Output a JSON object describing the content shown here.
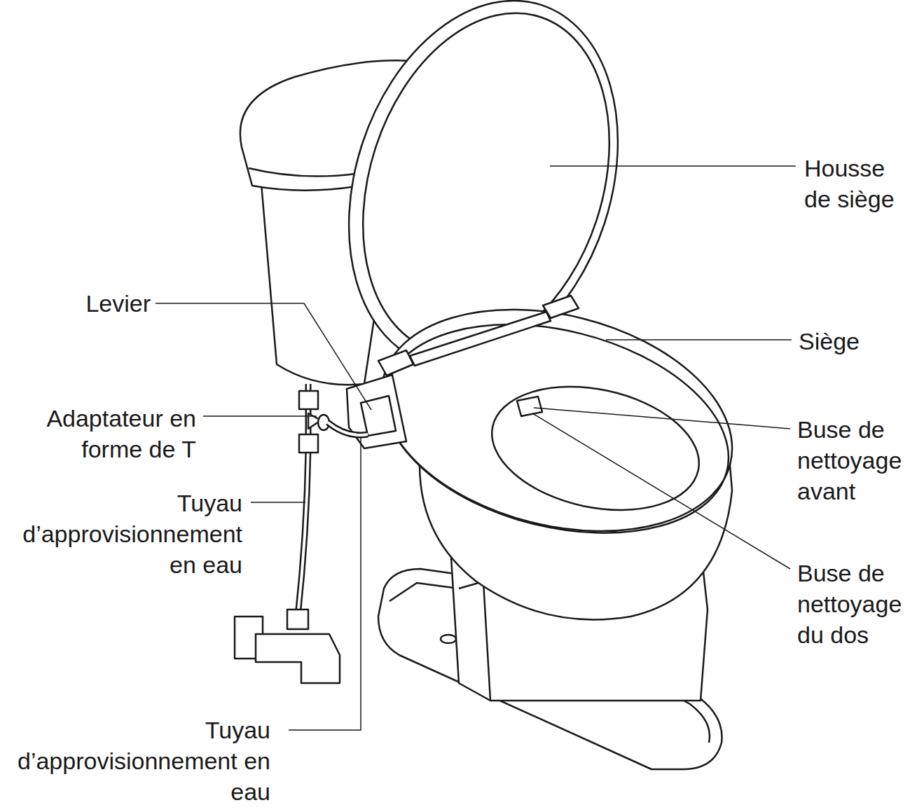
{
  "diagram": {
    "labels": [
      "Housse de siège",
      "Levier",
      "Siège",
      "Adaptateur en forme de T",
      "Buse de nettoyage avant",
      "Tuyau d’approvisionnement en eau",
      "Buse de nettoyage du dos",
      "Tuyau d’approvisionnement en eau"
    ]
  }
}
